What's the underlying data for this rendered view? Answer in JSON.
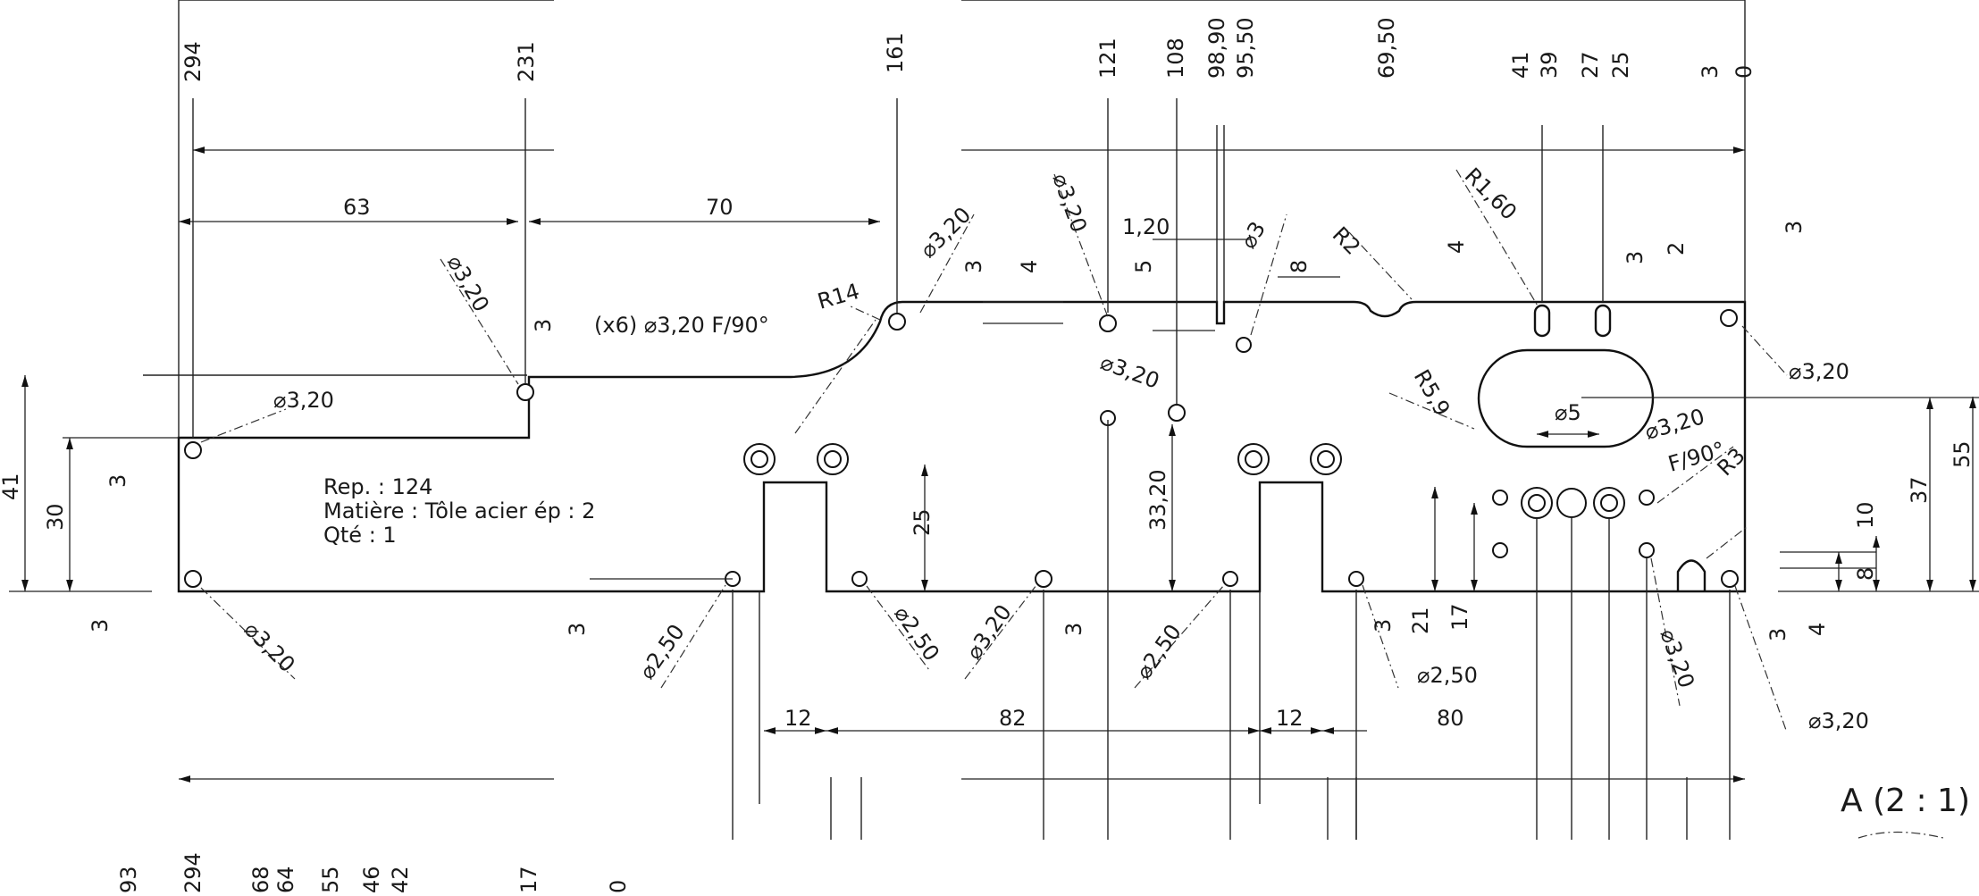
{
  "notes": {
    "rep": "Rep. : 124",
    "matiere": "Matière : Tôle acier ép : 2",
    "qte": "Qté : 1",
    "holes_note": "(x6) ⌀3,20 F/90°",
    "view_label": "A (2 : 1)"
  },
  "top_ordinates": [
    "294",
    "231",
    "161",
    "121",
    "108",
    "98,90",
    "95,50",
    "69,50",
    "41",
    "39",
    "27",
    "25",
    "3",
    "0"
  ],
  "bottom_ordinates": [
    "93",
    "294",
    "68",
    "64",
    "55",
    "46",
    "42",
    "17",
    "0"
  ],
  "chain_dims": {
    "d63": "63",
    "d70": "70",
    "d12a": "12",
    "d82": "82",
    "d12b": "12",
    "d80": "80",
    "d41": "41",
    "d30": "30",
    "d3a": "3",
    "d3b": "3",
    "d3c": "3",
    "d25": "25",
    "d33_20": "33,20",
    "d3d": "3",
    "d3e": "3",
    "d21": "21",
    "d17": "17",
    "d55": "55",
    "d37": "37",
    "d10": "10",
    "d8b": "8",
    "d4b": "4",
    "d3f": "3",
    "d3g": "3",
    "d4a": "4",
    "d5": "5",
    "d8a": "8",
    "d1_20": "1,20",
    "d3h": "3",
    "d2": "2",
    "d4c": "4",
    "d3i": "3",
    "d3j": "3"
  },
  "callouts": {
    "r14": "R14",
    "r2": "R2",
    "r1_60": "R1,60",
    "r5_9": "R5,9",
    "r3": "R3",
    "phi5": "⌀5",
    "f90": "F/90°",
    "phi3_20": "⌀3,20",
    "phi2_50": "⌀2,50",
    "phi3": "⌀3"
  }
}
